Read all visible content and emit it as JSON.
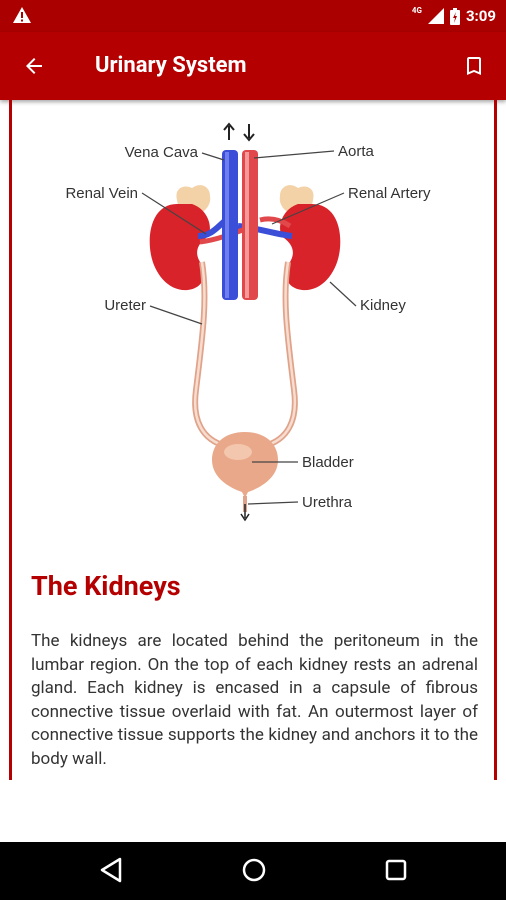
{
  "status_bar": {
    "time": "3:09",
    "network": "4G",
    "icons": [
      "warning-icon",
      "signal-icon",
      "battery-icon"
    ]
  },
  "app_bar": {
    "title": "Urinary System",
    "icons": [
      "back-arrow-icon",
      "bookmark-icon"
    ]
  },
  "diagram_labels": {
    "vena_cava": "Vena Cava",
    "aorta": "Aorta",
    "renal_vein": "Renal Vein",
    "renal_artery": "Renal Artery",
    "ureter": "Ureter",
    "kidney": "Kidney",
    "bladder": "Bladder",
    "urethra": "Urethra"
  },
  "section": {
    "heading": "The Kidneys",
    "body": "The kidneys are located behind the peritoneum in the lumbar region. On the top of each kidney rests an adrenal gland. Each kidney is encased in a capsule of fibrous connective tissue overlaid with fat. An outermost layer of connective tissue supports the kidney and anchors it to the body wall."
  },
  "nav_bar": {
    "icons": [
      "back-triangle-icon",
      "home-circle-icon",
      "recents-square-icon"
    ]
  },
  "colors": {
    "primary": "#b40000",
    "status": "#ab0000",
    "kidney": "#d8232a",
    "vein": "#3a4ed8",
    "artery": "#e0484b",
    "bladder": "#e9a889"
  }
}
